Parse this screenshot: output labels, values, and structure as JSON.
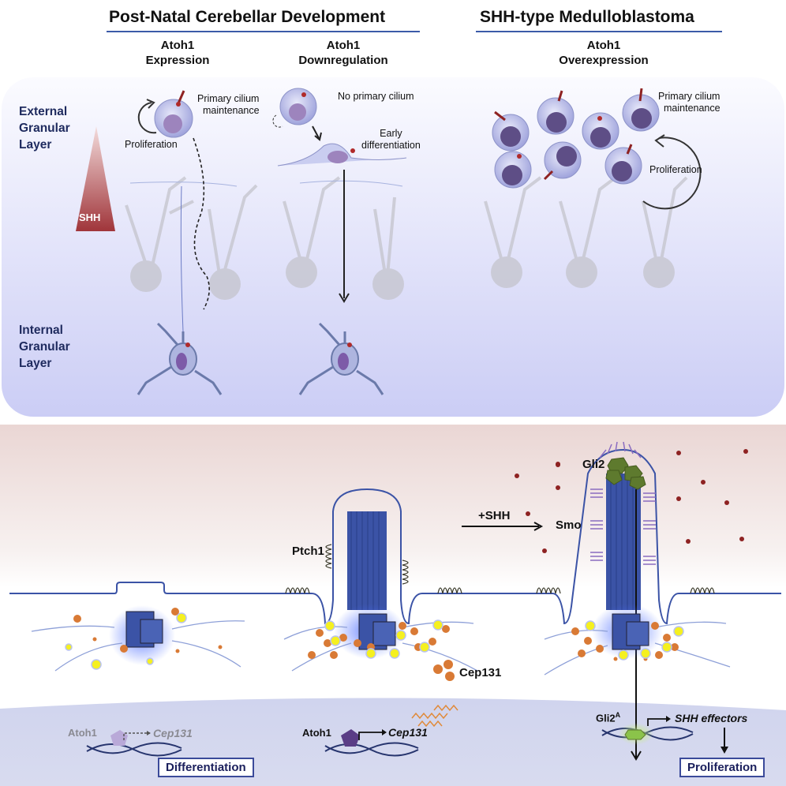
{
  "headers": {
    "left_title": "Post-Natal Cerebellar Development",
    "right_title": "SHH-type Medulloblastoma",
    "col1": {
      "line1": "Atoh1",
      "line2": "Expression"
    },
    "col2": {
      "line1": "Atoh1",
      "line2": "Downregulation"
    },
    "col3": {
      "line1": "Atoh1",
      "line2": "Overexpression"
    }
  },
  "top_panel": {
    "external_layer": [
      "External",
      "Granular",
      "Layer"
    ],
    "internal_layer": [
      "Internal",
      "Granular",
      "Layer"
    ],
    "gradient_label": "SHH",
    "col1": {
      "cilium_label": [
        "Primary cilium",
        "maintenance"
      ],
      "cycle_label": "Proliferation"
    },
    "col2": {
      "cilium_label": "No primary cilium",
      "diff_label": [
        "Early",
        "differentiation"
      ]
    },
    "col3": {
      "cilium_label": [
        "Primary cilium",
        "maintenance"
      ],
      "cycle_label": "Proliferation"
    }
  },
  "bottom_panel": {
    "ptch1": "Ptch1",
    "shh_arrow": "+SHH",
    "smo": "Smo",
    "gli2": "Gli2",
    "cep131": "Cep131",
    "left_gene": {
      "tf": "Atoh1",
      "target": "Cep131",
      "outcome": "Differentiation"
    },
    "mid_gene": {
      "tf": "Atoh1",
      "target": "Cep131"
    },
    "right_gene": {
      "tf": "Gli2",
      "tf_sup": "A",
      "target": "SHH effectors",
      "outcome": "Proliferation"
    }
  },
  "colors": {
    "header_rule": "#3b5aa8",
    "shh_gradient": "#a0353a",
    "axoneme": "#3b53a6",
    "centrosome_glow": "#4a6bff",
    "cep131_dot": "#d97a35",
    "yellow_dot": "#f5f020",
    "gli2": "#5e7a2e",
    "smo": "#8a6cc0",
    "shh_ligand": "#8e2222"
  }
}
